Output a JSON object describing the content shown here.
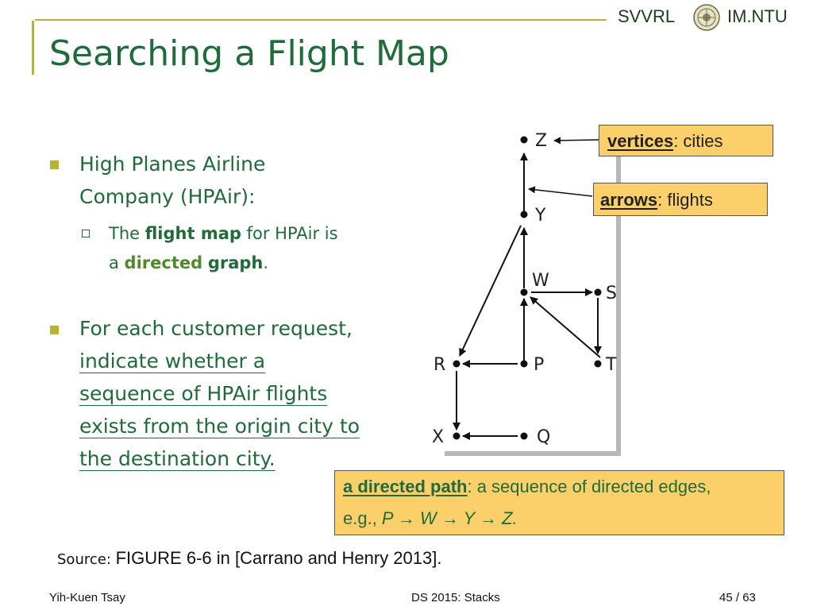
{
  "header": {
    "brand_left": "SVVRL",
    "brand_right": "IM.NTU",
    "title": "Searching a Flight Map"
  },
  "bullets": [
    {
      "text_lines": [
        "High Planes Airline",
        "Company (HPAir):"
      ],
      "sub": {
        "pre": "The ",
        "bold1": "flight map",
        "mid": " for HPAir is",
        "line2_pre": "a ",
        "bold2": "directed",
        "space": " ",
        "bold3": "graph",
        "post": "."
      }
    },
    {
      "text_lines": [
        "For each customer request,",
        "indicate whether a",
        "sequence of HPAir flights",
        "exists from the origin city to",
        "the destination city."
      ]
    }
  ],
  "callouts": {
    "vertices_term": "vertices",
    "vertices_rest": ": cities",
    "arrows_term": "arrows",
    "arrows_rest": ": flights",
    "path_term": "a directed path",
    "path_rest": ": a sequence of directed edges,",
    "path_eg": "e.g., ",
    "path_example": "P → W → Y → Z.",
    "arrow": "→"
  },
  "graph": {
    "vertices": [
      "Z",
      "Y",
      "W",
      "S",
      "R",
      "P",
      "T",
      "X",
      "Q"
    ]
  },
  "source": {
    "label": "Source: ",
    "text": "FIGURE 6-6 in [Carrano and Henry 2013]."
  },
  "footer": {
    "author": "Yih-Kuen Tsay",
    "course": "DS 2015: Stacks",
    "page": "45",
    "sep": " / ",
    "total": "63"
  },
  "colors": {
    "title": "#1f6b39",
    "accent": "#b9b23a",
    "callout": "#fbd06b"
  }
}
